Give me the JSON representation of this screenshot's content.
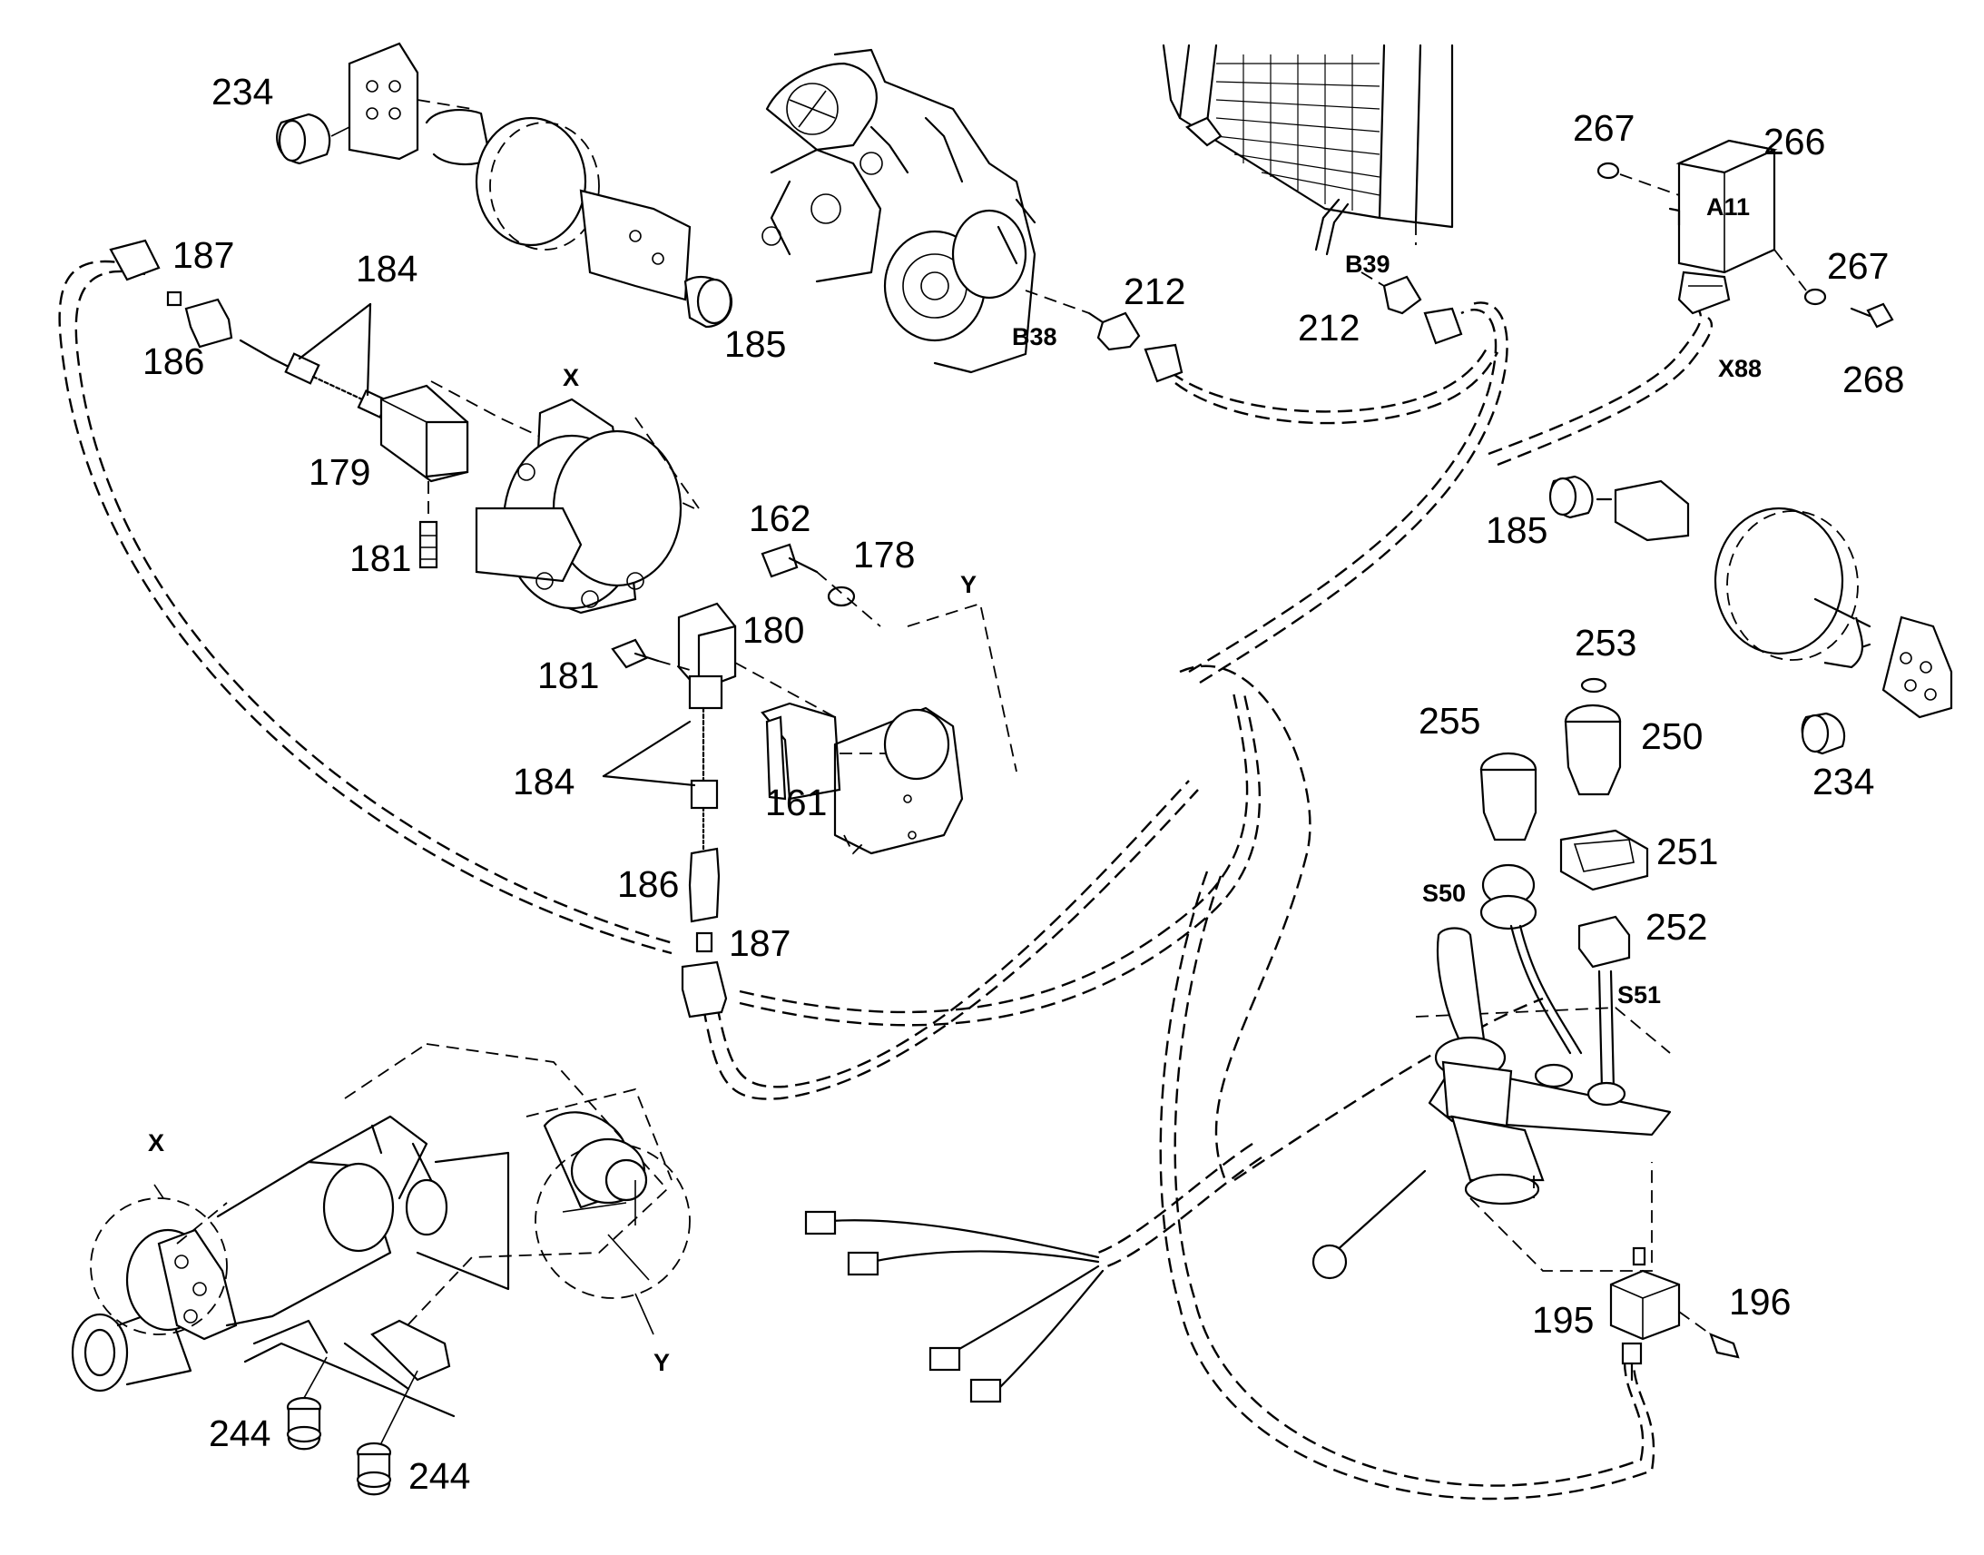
{
  "part_labels": [
    {
      "id": "p234a",
      "text": "234"
    },
    {
      "id": "p187a",
      "text": "187"
    },
    {
      "id": "p184a",
      "text": "184"
    },
    {
      "id": "p186a",
      "text": "186"
    },
    {
      "id": "p185a",
      "text": "185"
    },
    {
      "id": "p179",
      "text": "179"
    },
    {
      "id": "p181a",
      "text": "181"
    },
    {
      "id": "p212a",
      "text": "212"
    },
    {
      "id": "p212b",
      "text": "212"
    },
    {
      "id": "p267a",
      "text": "267"
    },
    {
      "id": "p266",
      "text": "266"
    },
    {
      "id": "p267b",
      "text": "267"
    },
    {
      "id": "p268",
      "text": "268"
    },
    {
      "id": "p162",
      "text": "162"
    },
    {
      "id": "p178",
      "text": "178"
    },
    {
      "id": "p180",
      "text": "180"
    },
    {
      "id": "p181b",
      "text": "181"
    },
    {
      "id": "p184b",
      "text": "184"
    },
    {
      "id": "p161",
      "text": "161"
    },
    {
      "id": "p186b",
      "text": "186"
    },
    {
      "id": "p187b",
      "text": "187"
    },
    {
      "id": "p185b",
      "text": "185"
    },
    {
      "id": "p253",
      "text": "253"
    },
    {
      "id": "p255",
      "text": "255"
    },
    {
      "id": "p250",
      "text": "250"
    },
    {
      "id": "p234b",
      "text": "234"
    },
    {
      "id": "p251",
      "text": "251"
    },
    {
      "id": "p252",
      "text": "252"
    },
    {
      "id": "p195",
      "text": "195"
    },
    {
      "id": "p196",
      "text": "196"
    },
    {
      "id": "p244a",
      "text": "244"
    },
    {
      "id": "p244b",
      "text": "244"
    }
  ],
  "reference_labels": [
    {
      "id": "rX1",
      "text": "X"
    },
    {
      "id": "rY1",
      "text": "Y"
    },
    {
      "id": "rB38",
      "text": "B38"
    },
    {
      "id": "rB39",
      "text": "B39"
    },
    {
      "id": "rA11",
      "text": "A11"
    },
    {
      "id": "rX88",
      "text": "X88"
    },
    {
      "id": "rS50",
      "text": "S50"
    },
    {
      "id": "rS51",
      "text": "S51"
    },
    {
      "id": "rX2",
      "text": "X"
    },
    {
      "id": "rY2",
      "text": "Y"
    }
  ]
}
